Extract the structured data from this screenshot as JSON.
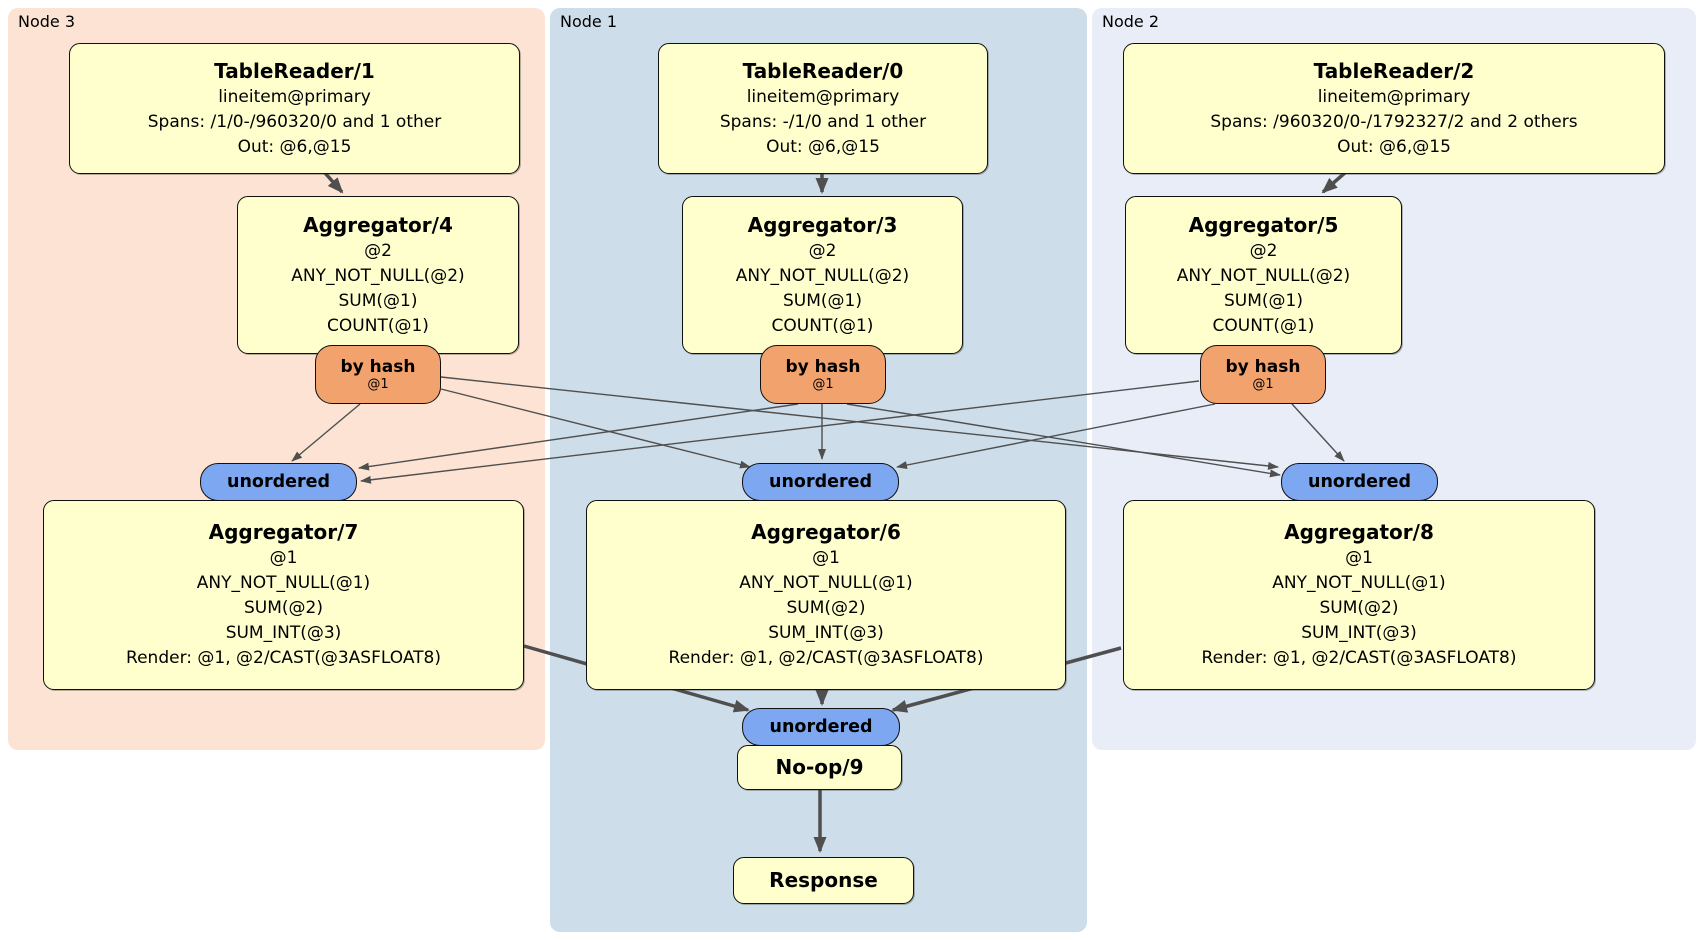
{
  "groups": [
    {
      "label": "Node 3"
    },
    {
      "label": "Node 1"
    },
    {
      "label": "Node 2"
    }
  ],
  "processors": {
    "tablereader1": {
      "title": "TableReader/1",
      "lines": [
        "lineitem@primary",
        "Spans: /1/0-/960320/0 and 1 other",
        "Out: @6,@15"
      ]
    },
    "tablereader0": {
      "title": "TableReader/0",
      "lines": [
        "lineitem@primary",
        "Spans: -/1/0 and 1 other",
        "Out: @6,@15"
      ]
    },
    "tablereader2": {
      "title": "TableReader/2",
      "lines": [
        "lineitem@primary",
        "Spans: /960320/0-/1792327/2 and 2 others",
        "Out: @6,@15"
      ]
    },
    "aggregator4": {
      "title": "Aggregator/4",
      "lines": [
        "@2",
        "ANY_NOT_NULL(@2)",
        "SUM(@1)",
        "COUNT(@1)"
      ]
    },
    "aggregator3": {
      "title": "Aggregator/3",
      "lines": [
        "@2",
        "ANY_NOT_NULL(@2)",
        "SUM(@1)",
        "COUNT(@1)"
      ]
    },
    "aggregator5": {
      "title": "Aggregator/5",
      "lines": [
        "@2",
        "ANY_NOT_NULL(@2)",
        "SUM(@1)",
        "COUNT(@1)"
      ]
    },
    "aggregator7": {
      "title": "Aggregator/7",
      "lines": [
        "@1",
        "ANY_NOT_NULL(@1)",
        "SUM(@2)",
        "SUM_INT(@3)",
        "Render: @1, @2/CAST(@3ASFLOAT8)"
      ]
    },
    "aggregator6": {
      "title": "Aggregator/6",
      "lines": [
        "@1",
        "ANY_NOT_NULL(@1)",
        "SUM(@2)",
        "SUM_INT(@3)",
        "Render: @1, @2/CAST(@3ASFLOAT8)"
      ]
    },
    "aggregator8": {
      "title": "Aggregator/8",
      "lines": [
        "@1",
        "ANY_NOT_NULL(@1)",
        "SUM(@2)",
        "SUM_INT(@3)",
        "Render: @1, @2/CAST(@3ASFLOAT8)"
      ]
    },
    "noop": {
      "title": "No-op/9"
    },
    "response": {
      "title": "Response"
    }
  },
  "routers": {
    "by_hash_label": "by hash",
    "by_hash_detail": "@1"
  },
  "streams": {
    "unordered_label": "unordered"
  },
  "colors": {
    "node3_bg": "#fce3d3",
    "node1_bg": "#cddde9",
    "node2_bg": "#e9edf8",
    "processor_fill": "#ffffcd",
    "router_fill": "#f2a26d",
    "stream_fill": "#7da7f0",
    "edge": "#4f4f4f"
  }
}
